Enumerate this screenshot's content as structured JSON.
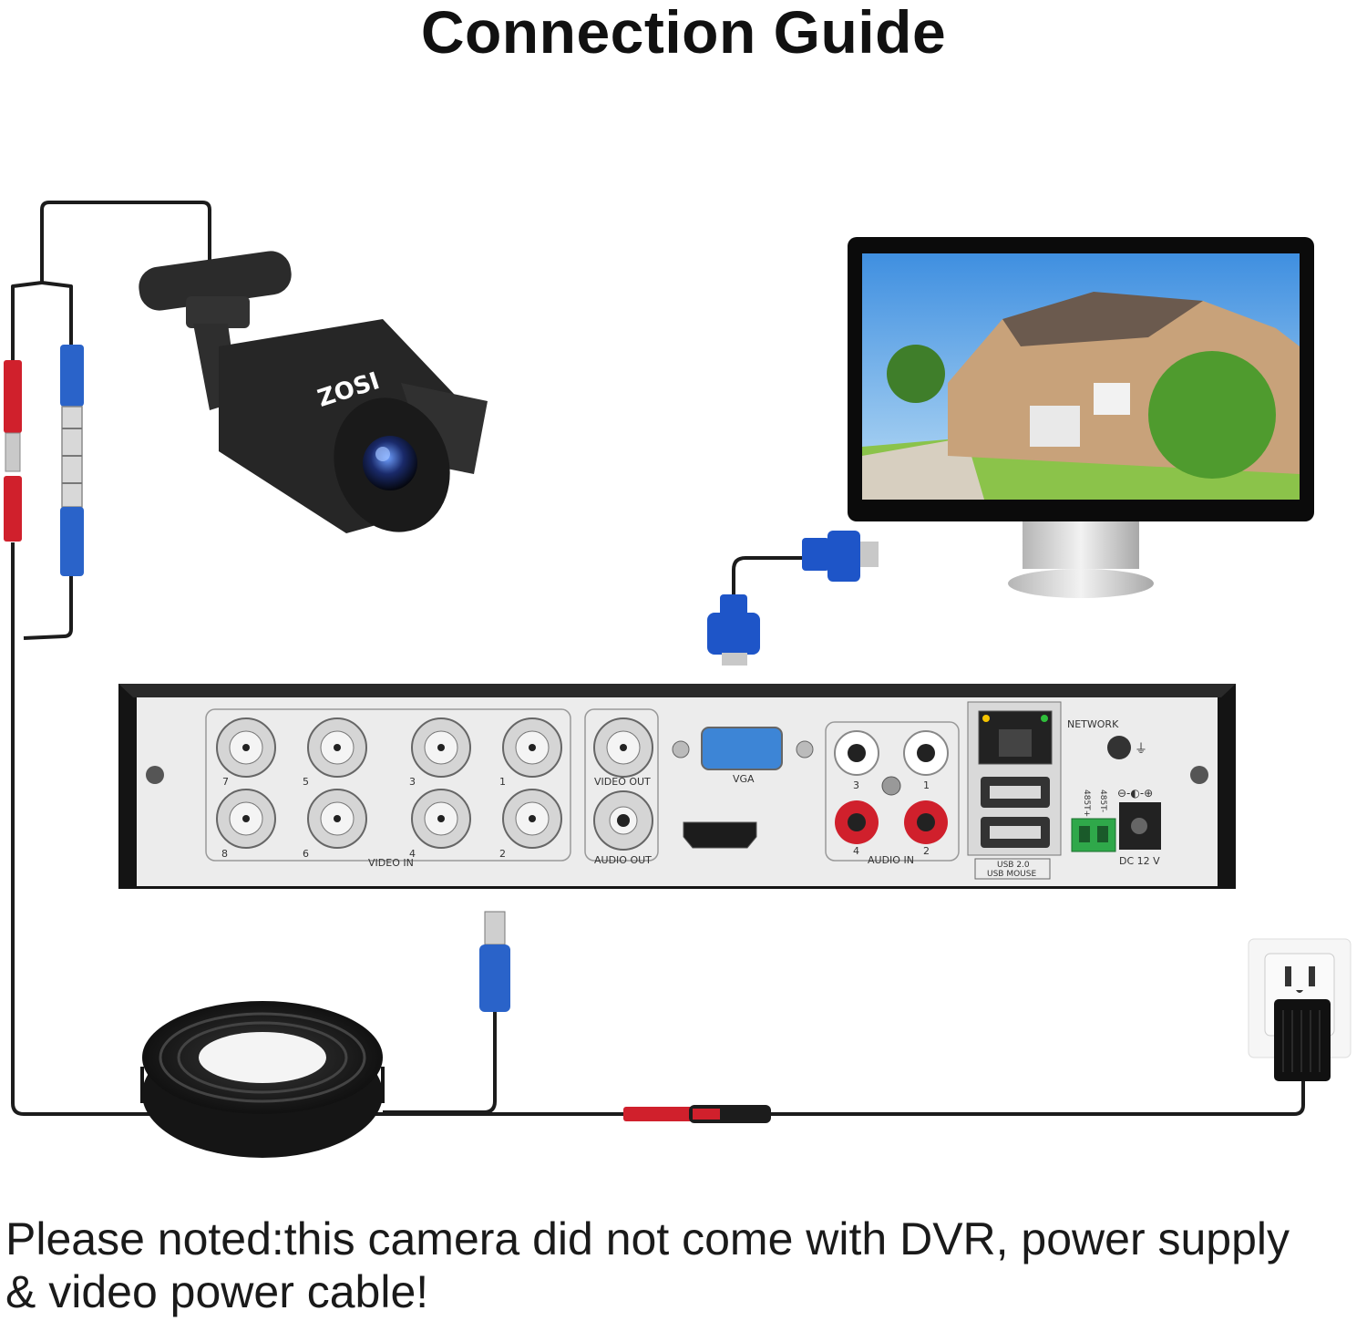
{
  "title": "Connection Guide",
  "note_line1": "Please noted:this camera did not come with DVR, power supply",
  "note_line2": "& video power cable!",
  "camera": {
    "brand": "ZOSI"
  },
  "dvr": {
    "video_in_label": "VIDEO IN",
    "bnc_ports": [
      "7",
      "5",
      "3",
      "1",
      "8",
      "6",
      "4",
      "2"
    ],
    "video_out_label": "VIDEO OUT",
    "audio_out_label": "AUDIO OUT",
    "vga_label": "VGA",
    "audio_in_label": "AUDIO IN",
    "audio_ports": [
      "3",
      "1",
      "4",
      "2"
    ],
    "network_label": "NETWORK",
    "usb_label": "USB 2.0",
    "usb_mouse_label": "USB MOUSE",
    "rs485_plus": "485T+",
    "rs485_minus": "485T-",
    "dc_label": "DC 12 V"
  },
  "colors": {
    "cable": "#1c1c1c",
    "bnc_blue": "#2a63c9",
    "power_red": "#d0202c",
    "vga_blue": "#1e55c8",
    "dvr_panel": "#ececec"
  }
}
